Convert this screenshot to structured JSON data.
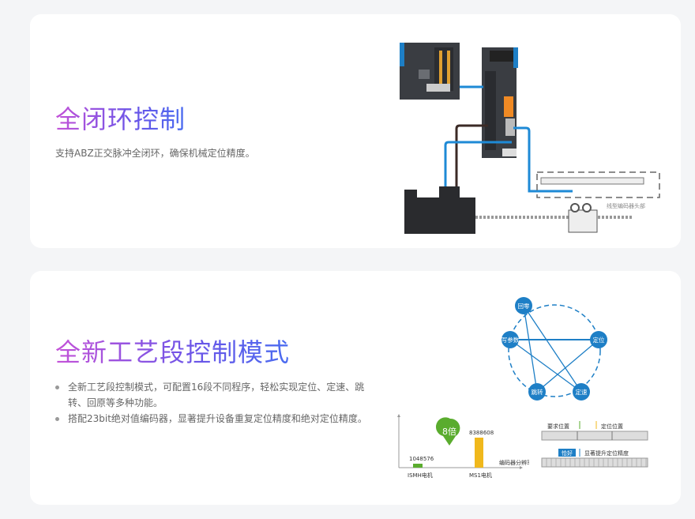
{
  "section1": {
    "title": "全闭环控制",
    "description": "支持ABZ正交脉冲全闭环，确保机械定位精度。",
    "diagram_label": "线型编码器头部"
  },
  "section2": {
    "title": "全新工艺段控制模式",
    "bullets": [
      "全新工艺段控制模式，可配置16段不同程序，轻松实现定位、定速、跳转、回原等多种功能。",
      "搭配23bit绝对值编码器，显著提升设备重复定位精度和绝对定位精度。"
    ],
    "pentagon_nodes": [
      "回零",
      "定位",
      "定速",
      "跳转",
      "写参数"
    ],
    "encoder_chart": {
      "badge": "8倍",
      "x_label": "编码器分辨率",
      "bars": [
        {
          "label": "ISMH电机",
          "value": 1048576,
          "value_text": "1048576",
          "color": "#5aac2e"
        },
        {
          "label": "MS1电机",
          "value": 8388608,
          "value_text": "8388608",
          "color": "#f0b81c"
        }
      ]
    },
    "precision": {
      "required_label": "要求位置",
      "actual_label": "定位位置",
      "exact_label": "恰好",
      "improve_label": "显著提升定位精度"
    }
  },
  "colors": {
    "accent_blue": "#1e7fc6",
    "background": "#f4f5f7"
  }
}
